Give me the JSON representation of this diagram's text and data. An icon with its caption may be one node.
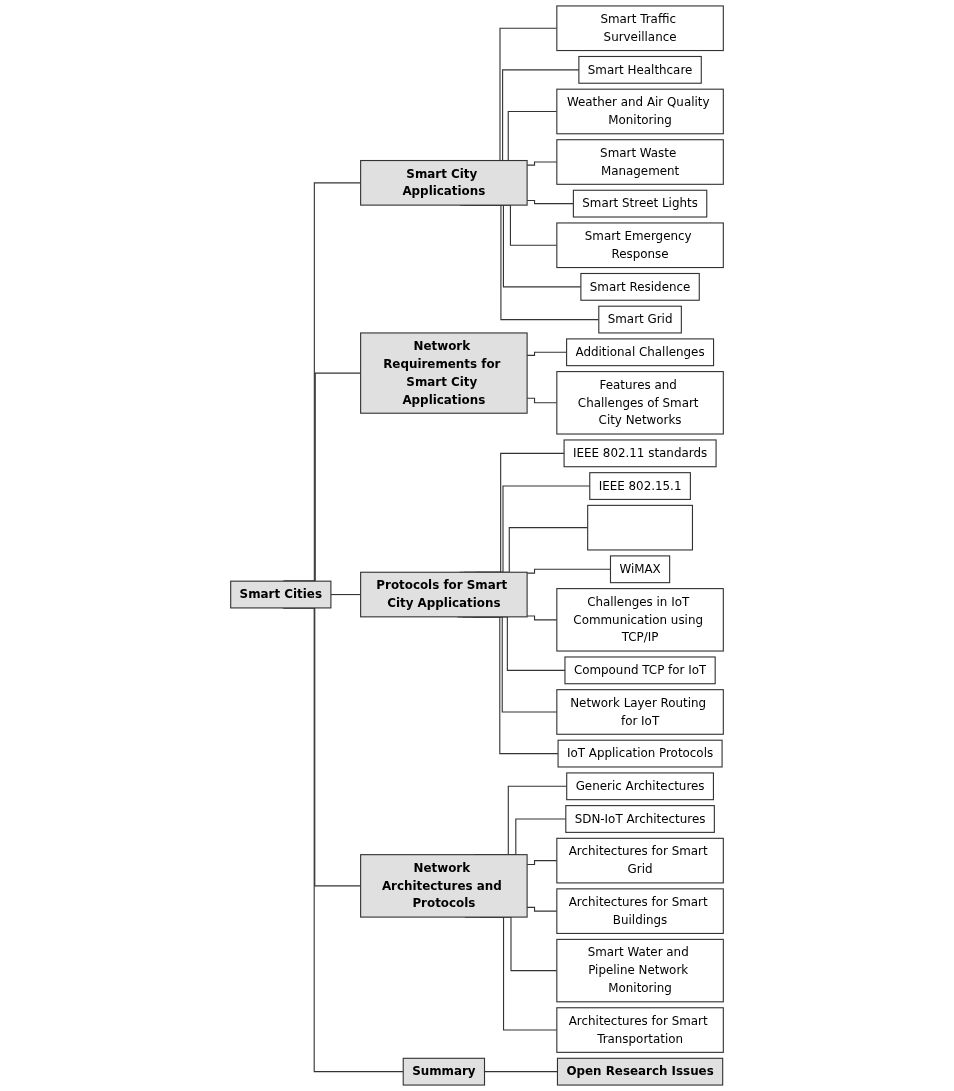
{
  "diagram": {
    "nodes": [
      {
        "text": [
          "Smart Cities"
        ]
      },
      {
        "text": [
          "Smart City Applications"
        ]
      },
      {
        "text": [
          "Smart Traffic Surveillance"
        ]
      },
      {
        "text": [
          "Smart Healthcare"
        ]
      },
      {
        "text": [
          "Weather and Air Quality Monitoring"
        ]
      },
      {
        "text": [
          "Smart Waste Management"
        ]
      },
      {
        "text": [
          "Smart Street Lights"
        ]
      },
      {
        "text": [
          "Smart Emergency Response"
        ]
      },
      {
        "text": [
          "Smart Residence"
        ]
      },
      {
        "text": [
          "Smart Grid"
        ]
      },
      {
        "text": [
          "Network Requirements for Smart City Applications"
        ]
      },
      {
        "text": [
          "Additional Challenges"
        ]
      },
      {
        "text": [
          "Features and Challenges of Smart City Networks"
        ]
      },
      {
        "text": [
          "Protocols for Smart City Applications"
        ]
      },
      {
        "text": [
          "IEEE 802.11 standards"
        ]
      },
      {
        "text": [
          "IEEE 802.15.1"
        ]
      },
      {
        "text": [],
        "shape": "box"
      },
      {
        "text": [
          "WiMAX"
        ]
      },
      {
        "text": [
          "Challenges in IoT Communication using TCP/IP"
        ]
      },
      {
        "text": [
          "Compound TCP for IoT"
        ]
      },
      {
        "text": [
          "Network Layer Routing for IoT"
        ]
      },
      {
        "text": [
          "IoT Application Protocols"
        ]
      },
      {
        "text": [
          "Network Architectures and Protocols"
        ]
      },
      {
        "text": [
          "Generic Architectures"
        ]
      },
      {
        "text": [
          "SDN-IoT Architectures"
        ]
      },
      {
        "text": [
          "Architectures for Smart Grid"
        ]
      },
      {
        "text": [
          "Architectures for Smart Buildings"
        ]
      },
      {
        "text": [
          "Smart Water and Pipeline Network Monitoring"
        ]
      },
      {
        "text": [
          "Architectures for Smart Transportation"
        ]
      },
      {
        "text": [
          "Summary"
        ]
      },
      {
        "text": [
          "Open Research Issues"
        ]
      }
    ],
    "edges": [
      {
        "from": 0,
        "to": 1,
        "arrow": "none"
      },
      {
        "from": 0,
        "to": 10,
        "arrow": "none"
      },
      {
        "from": 0,
        "to": 13,
        "arrow": "none"
      },
      {
        "from": 0,
        "to": 22,
        "arrow": "none"
      },
      {
        "from": 0,
        "to": 29,
        "arrow": "none"
      },
      {
        "from": 1,
        "to": 2,
        "arrow": "none"
      },
      {
        "from": 1,
        "to": 3,
        "arrow": "none"
      },
      {
        "from": 1,
        "to": 4,
        "arrow": "none"
      },
      {
        "from": 1,
        "to": 5,
        "arrow": "none"
      },
      {
        "from": 1,
        "to": 6,
        "arrow": "none"
      },
      {
        "from": 1,
        "to": 7,
        "arrow": "none"
      },
      {
        "from": 1,
        "to": 8,
        "arrow": "none"
      },
      {
        "from": 1,
        "to": 9,
        "arrow": "none"
      },
      {
        "from": 10,
        "to": 11,
        "arrow": "none"
      },
      {
        "from": 10,
        "to": 12,
        "arrow": "none"
      },
      {
        "from": 13,
        "to": 14,
        "arrow": "none"
      },
      {
        "from": 13,
        "to": 15,
        "arrow": "none"
      },
      {
        "from": 13,
        "to": 16,
        "arrow": "none"
      },
      {
        "from": 13,
        "to": 17,
        "arrow": "none"
      },
      {
        "from": 13,
        "to": 18,
        "arrow": "none"
      },
      {
        "from": 13,
        "to": 19,
        "arrow": "none"
      },
      {
        "from": 13,
        "to": 20,
        "arrow": "none"
      },
      {
        "from": 13,
        "to": 21,
        "arrow": "none"
      },
      {
        "from": 22,
        "to": 23,
        "arrow": "none"
      },
      {
        "from": 22,
        "to": 24,
        "arrow": "none"
      },
      {
        "from": 22,
        "to": 25,
        "arrow": "none"
      },
      {
        "from": 22,
        "to": 26,
        "arrow": "none"
      },
      {
        "from": 22,
        "to": 27,
        "arrow": "none"
      },
      {
        "from": 22,
        "to": 28,
        "arrow": "none"
      },
      {
        "from": 29,
        "to": 30,
        "arrow": "none"
      }
    ]
  }
}
